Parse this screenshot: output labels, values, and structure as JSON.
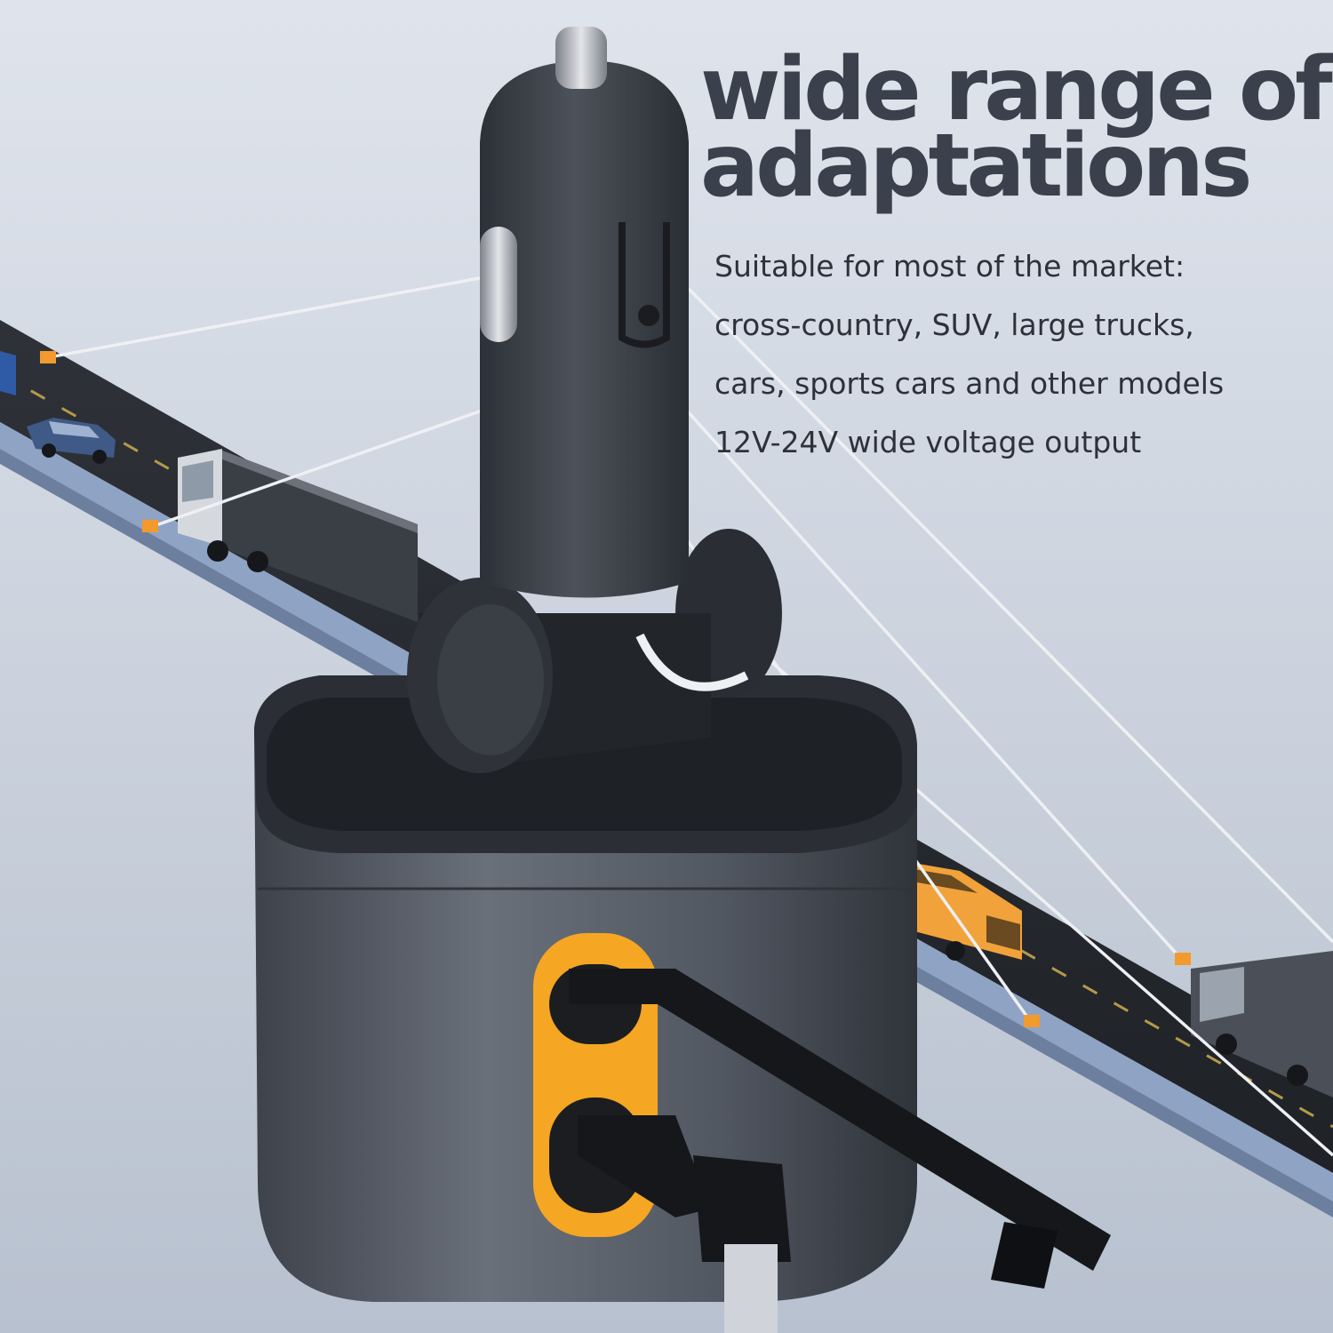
{
  "headline": {
    "line1": "wide range of",
    "line2": "adaptations"
  },
  "description": [
    "Suitable for most of the market:",
    "cross-country, SUV, large trucks,",
    "cars, sports cars and other models",
    "12V-24V wide voltage output"
  ],
  "colors": {
    "background": "#c9d0db",
    "accent": "#f5a623",
    "charger_body": "#4a4f58",
    "headline": "#3a404c"
  }
}
